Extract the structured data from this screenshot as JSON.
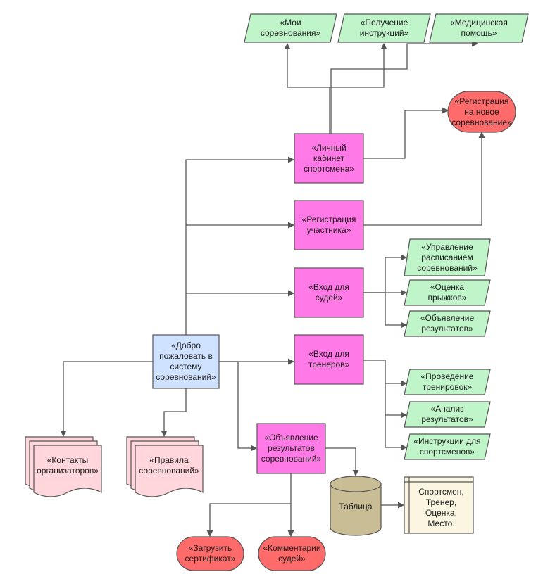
{
  "nodes": {
    "welcome": "«Добро\nпожаловать в\nсистему\nсоревнований»",
    "athlete_cabinet": "«Личный\nкабинет\nспортсмена»",
    "participant_registration": "«Регистрация\nучастника»",
    "judges_login": "«Вход для\nсудей»",
    "coaches_login": "«Вход для\nтренеров»",
    "results_announcement": "«Объявление\nрезультатов\nсоревнований»",
    "my_competitions": "«Мои\nсоревнования»",
    "get_instructions": "«Получение\nинструкций»",
    "medical_help": "«Медицинская\nпомощь»",
    "new_competition_registration": "«Регистрация\nна новое\nсоревнование»",
    "schedule_management": "«Управление\nрасписанием\nсоревнований»",
    "jump_scoring": "«Оценка\nпрыжков»",
    "results_announce_judge": "«Объявление\nрезультатов»",
    "conduct_training": "«Проведение\nтренировок»",
    "results_analysis": "«Анализ\nрезультатов»",
    "athlete_instructions": "«Инструкции для\nспортсменов»",
    "organizer_contacts": "«Контакты\nорганизаторов»",
    "competition_rules": "«Правила\nсоревнований»",
    "table": "Таблица",
    "table_fields": "Спортсмен,\nТренер,\nОценка,\nМесто.",
    "upload_certificate": "«Загрузить\nсертификат»",
    "judges_comments": "«Комментарии\nсудей»"
  },
  "colors": {
    "process_fill": "#ff7ae6",
    "welcome_fill": "#cfe2ff",
    "io_fill": "#bff5c8",
    "terminal_fill": "#ff6b6b",
    "document_fill": "#ffd6db",
    "database_fill": "#c8bd95",
    "note_fill": "#fbf6e2",
    "stroke": "#555555"
  }
}
